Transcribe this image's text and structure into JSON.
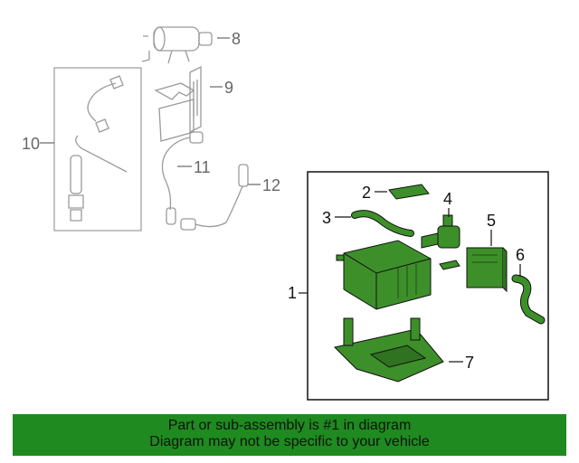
{
  "callouts": {
    "c1": "1",
    "c2": "2",
    "c3": "3",
    "c4": "4",
    "c5": "5",
    "c6": "6",
    "c7": "7",
    "c8": "8",
    "c9": "9",
    "c10": "10",
    "c11": "11",
    "c12": "12"
  },
  "banner": {
    "line1": "Part or sub-assembly is #1 in diagram",
    "line2": "Diagram may not be specific to your vehicle"
  },
  "colors": {
    "highlight_fill": "#3d8f2a",
    "banner_bg": "#1f8a1f",
    "unhighlighted_stroke": "#9a9a9a"
  }
}
